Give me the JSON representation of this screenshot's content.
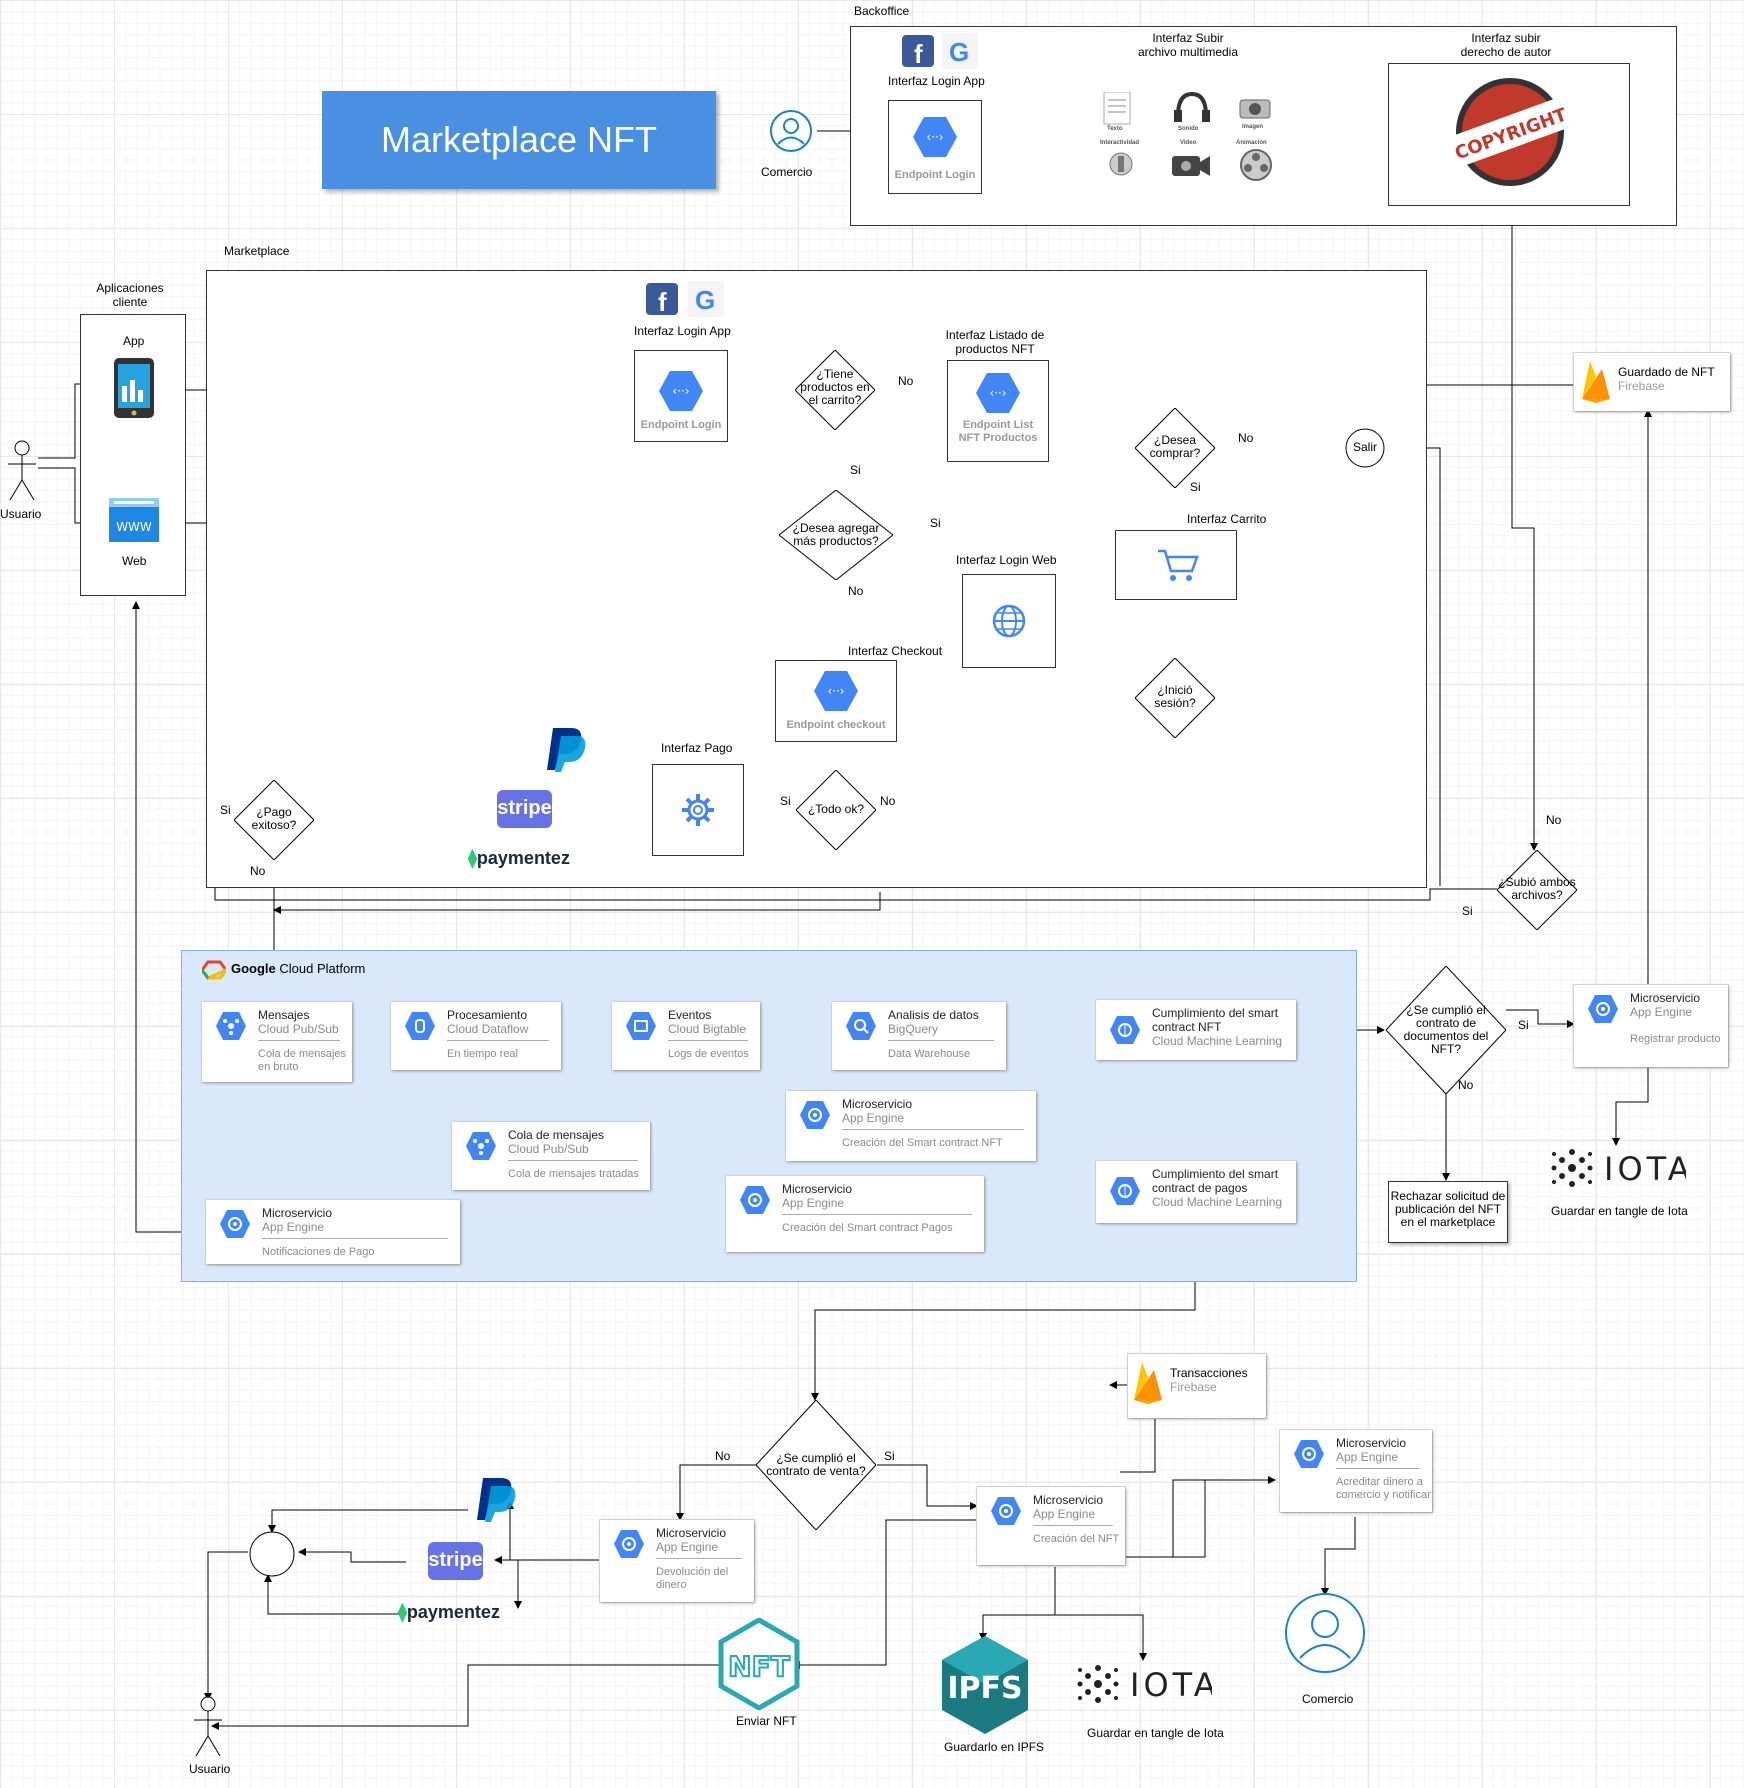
{
  "title": "Marketplace NFT",
  "sections": {
    "backoffice": "Backoffice",
    "marketplace": "Marketplace"
  },
  "backoffice": {
    "login_label": "Interfaz Login App",
    "endpoint_login": "Endpoint Login",
    "upload_label": "Interfaz Subir archivo multimedia",
    "upload_line1": "Interfaz Subir",
    "upload_line2": "archivo multimedia",
    "copyright_line1": "Interfaz subir",
    "copyright_line2": "derecho de autor",
    "copyright_text": "COPYRIGHT",
    "media": {
      "texto": "Texto",
      "sonido": "Sonido",
      "imagen": "Imagen",
      "interactividad": "Interactividad",
      "video": "Video",
      "animacion": "Animación"
    },
    "actor": "Comercio"
  },
  "clients": {
    "title_line1": "Aplicaciones",
    "title_line2": "cliente",
    "app": "App",
    "web": "Web",
    "www": "WWW",
    "user": "Usuario"
  },
  "marketplace": {
    "login_app": "Interfaz Login App",
    "endpoint_login": "Endpoint Login",
    "q_cart": [
      "¿Tiene",
      "productos en",
      "el carrito?"
    ],
    "listing_line1": "Interfaz Listado de",
    "listing_line2": "productos NFT",
    "endpoint_list_1": "Endpoint List",
    "endpoint_list_2": "NFT Productos",
    "q_buy": [
      "¿Desea",
      "comprar?"
    ],
    "exit": "Salir",
    "q_more": [
      "¿Desea agregar",
      "más productos?"
    ],
    "cart": "Interfaz Carrito",
    "login_web": "Interfaz Login Web",
    "q_session": [
      "¿Inició",
      "sesión?"
    ],
    "checkout": "Interfaz Checkout",
    "endpoint_checkout": "Endpoint checkout",
    "payment": "Interfaz Pago",
    "q_ok": "¿Todo ok?",
    "q_pay": [
      "¿Pago",
      "exitoso?"
    ],
    "stripe": "stripe",
    "paymentez": "paymentez",
    "firebase_nft_1": "Guardado de NFT",
    "firebase_nft_2": "Firebase",
    "q_both": [
      "¿Subió ambos",
      "archivos?"
    ]
  },
  "labels": {
    "si": "Si",
    "no": "No"
  },
  "gcp": {
    "title_bold": "Google",
    "title_rest": " Cloud Platform",
    "pubsub1": {
      "t1": "Mensajes",
      "t2": "Cloud Pub/Sub",
      "t3a": "Cola de mensajes",
      "t3b": "en bruto"
    },
    "dataflow": {
      "t1": "Procesamiento",
      "t2": "Cloud Dataflow",
      "t3a": "En tiempo real"
    },
    "bigtable": {
      "t1": "Eventos",
      "t2": "Cloud Bigtable",
      "t3a": "Logs de eventos"
    },
    "bigquery": {
      "t1": "Analisis de datos",
      "t2": "BigQuery",
      "t3a": "Data Warehouse"
    },
    "ml_nft": {
      "t1": "Cumplimiento del smart",
      "t1b": "contract NFT",
      "t2": "Cloud Machine Learning"
    },
    "pubsub2": {
      "t1": "Cola de mensajes",
      "t2": "Cloud Pub/Sub",
      "t3a": "Cola de mensajes tratadas"
    },
    "ms_nft": {
      "t1": "Microservicio",
      "t2": "App Engine",
      "t3a": "Creación del Smart contract NFT"
    },
    "ms_pagos": {
      "t1": "Microservicio",
      "t2": "App Engine",
      "t3a": "Creación del Smart contract Pagos"
    },
    "ml_pagos": {
      "t1": "Cumplimiento del smart",
      "t1b": "contract de pagos",
      "t2": "Cloud Machine Learning"
    },
    "ms_notif": {
      "t1": "Microservicio",
      "t2": "App Engine",
      "t3a": "Notificaciones de Pago"
    }
  },
  "right": {
    "q_docs": [
      "¿Se cumplió el",
      "contrato de",
      "documentos del",
      "NFT?"
    ],
    "ms_reg": {
      "t1": "Microservicio",
      "t2": "App Engine",
      "t3a": "Registrar producto"
    },
    "reject": [
      "Rechazar solicitud de",
      "publicación del NFT",
      "en el marketplace"
    ],
    "iota": "IOTA",
    "iota_label": "Guardar en tangle de Iota"
  },
  "bottom": {
    "q_sale": [
      "¿Se cumplió el",
      "contrato de venta?"
    ],
    "tx_firebase_1": "Transacciones",
    "tx_firebase_2": "Firebase",
    "ms_refund": {
      "t1": "Microservicio",
      "t2": "App Engine",
      "t3a": "Devolución del",
      "t3b": "dinero"
    },
    "ms_create": {
      "t1": "Microservicio",
      "t2": "App Engine",
      "t3a": "Creación del NFT"
    },
    "ms_credit": {
      "t1": "Microservicio",
      "t2": "App Engine",
      "t3a": "Acreditar dinero a",
      "t3b": "comercio y notificar"
    },
    "nft_label": "Enviar NFT",
    "ipfs": "IPFS",
    "ipfs_label": "Guardarlo en IPFS",
    "iota_label": "Guardar en tangle de Iota",
    "merchant": "Comercio",
    "user": "Usuario",
    "stripe": "stripe",
    "paymentez": "paymentez"
  },
  "colors": {
    "title_bg": "#4a90e2",
    "gcp_bg": "#dae8fc",
    "gcp_blue": "#4285f4",
    "firebase": "#ffa000",
    "stripe": "#6772e5",
    "paypal": "#003087",
    "nft": "#2aa8b4"
  },
  "icons": [
    "facebook-icon",
    "google-icon",
    "endpoint-icon",
    "phone-app-icon",
    "web-browser-icon",
    "cart-icon",
    "globe-icon",
    "gear-icon",
    "paypal-icon",
    "stripe-icon",
    "paymentez-icon",
    "firebase-icon",
    "pubsub-icon",
    "dataflow-icon",
    "bigtable-icon",
    "bigquery-icon",
    "ml-icon",
    "appengine-icon",
    "iota-icon",
    "ipfs-icon",
    "nft-icon",
    "user-icon",
    "actor-icon",
    "copyright-icon"
  ]
}
